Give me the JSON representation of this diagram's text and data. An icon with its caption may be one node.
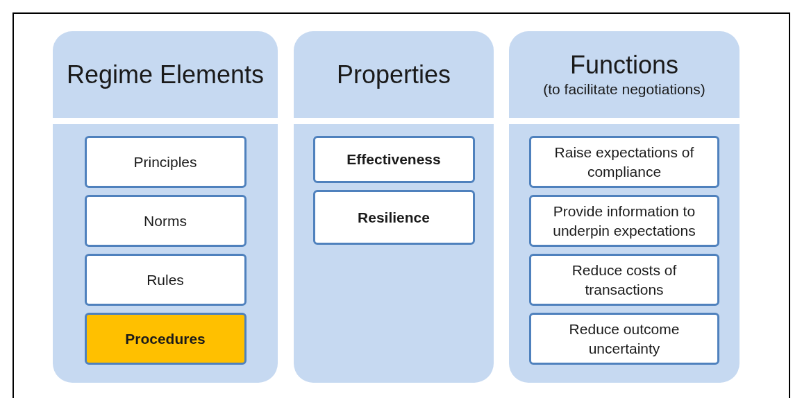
{
  "diagram": {
    "nodes": [
      {
        "text": [
          "Regime Elements"
        ]
      },
      {
        "text": [
          "Principles"
        ],
        "in": 0
      },
      {
        "text": [
          "Norms"
        ],
        "in": 0
      },
      {
        "text": [
          "Rules"
        ],
        "in": 0
      },
      {
        "text": [
          "Procedures"
        ],
        "in": 0
      },
      {
        "text": [
          "Properties"
        ]
      },
      {
        "text": [
          "Effectiveness"
        ],
        "in": 5
      },
      {
        "text": [
          "Resilience"
        ],
        "in": 5
      },
      {
        "text": [
          "Functions",
          "(to facilitate negotiations)"
        ]
      },
      {
        "text": [
          "Raise expectations of compliance"
        ],
        "in": 8
      },
      {
        "text": [
          "Provide information to underpin expectations"
        ],
        "in": 8
      },
      {
        "text": [
          "Reduce costs of transactions"
        ],
        "in": 8
      },
      {
        "text": [
          "Reduce outcome uncertainty"
        ],
        "in": 8
      }
    ]
  }
}
